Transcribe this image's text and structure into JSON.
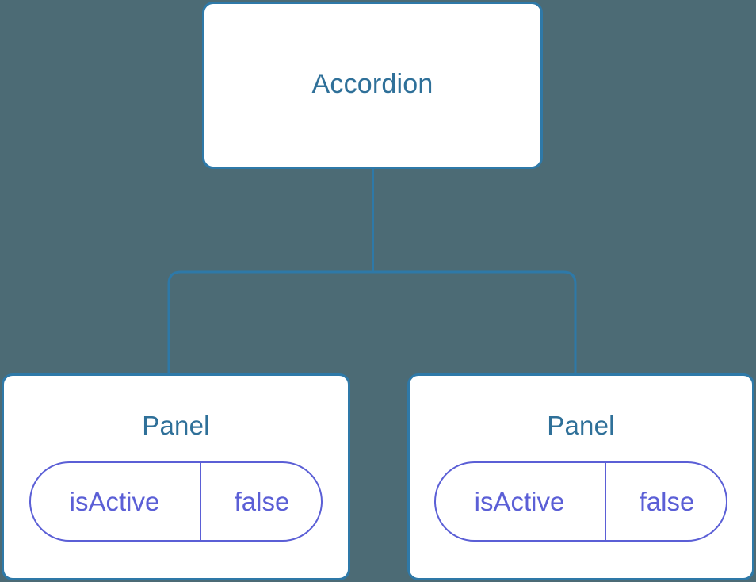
{
  "diagram": {
    "type": "component-tree",
    "background_color": "#4c6b75",
    "node_border_color": "#2e79a8",
    "node_fill_color": "#ffffff",
    "node_title_color": "#2f7099",
    "pill_color": "#5b5fd6",
    "connector_color": "#2e79a8",
    "root": {
      "title": "Accordion"
    },
    "children": [
      {
        "title": "Panel",
        "state": {
          "key": "isActive",
          "value": "false"
        }
      },
      {
        "title": "Panel",
        "state": {
          "key": "isActive",
          "value": "false"
        }
      }
    ]
  }
}
